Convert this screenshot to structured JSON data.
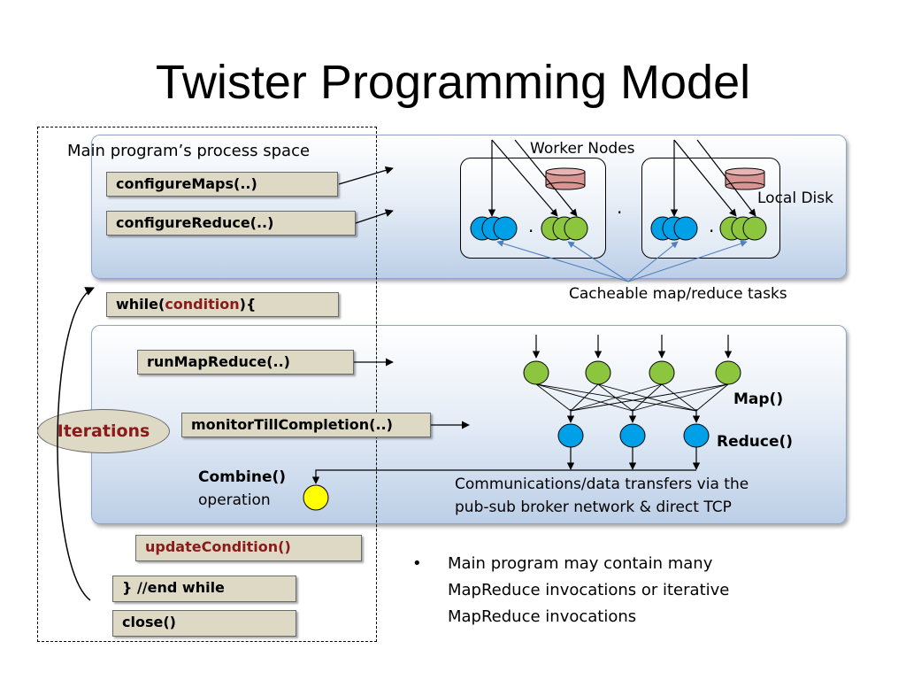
{
  "title": "Twister Programming Model",
  "process_space_label": "Main program’s process space",
  "code": {
    "configure_maps": "configureMaps(..)",
    "configure_reduce": "configureReduce(..)",
    "while_prefix": "while(",
    "while_condition": "condition",
    "while_suffix": "){",
    "run_map_reduce": "runMapReduce(..)",
    "monitor": "monitorTillCompletion(..)",
    "update_condition": "updateCondition()",
    "end_while": "} //end while",
    "close": "close()"
  },
  "iterations_label": "Iterations",
  "worker_nodes_label": "Worker Nodes",
  "local_disk_label": "Local Disk",
  "node_separator": ".",
  "cacheable_label": "Cacheable map/reduce tasks",
  "map_label": "Map()",
  "reduce_label": "Reduce()",
  "combine_label": "Combine()",
  "operation_label": "operation",
  "comms_line1": "Communications/data transfers via the",
  "comms_line2": "pub-sub broker network & direct TCP",
  "bullet_lines": [
    "Main program may contain many",
    "MapReduce invocations or iterative",
    "MapReduce invocations"
  ],
  "colors": {
    "map_task": "#8cc63f",
    "reduce_task": "#00a0e8",
    "combine": "#ffff00",
    "disk": "#d99594",
    "code_box": "#ddd9c4",
    "keyword_red": "#8b1a1a"
  }
}
